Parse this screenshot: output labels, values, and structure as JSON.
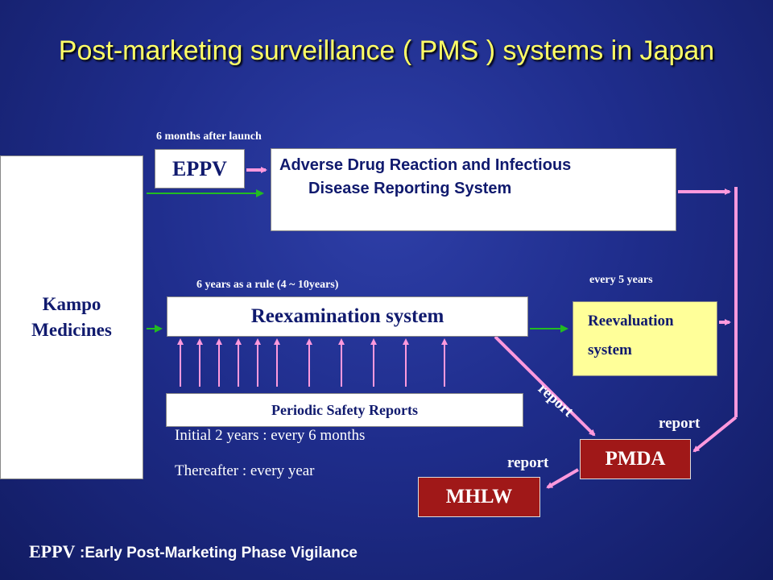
{
  "title": "Post-marketing surveillance ( PMS ) systems in Japan",
  "kampo": {
    "line1": "Kampo",
    "line2": "Medicines"
  },
  "eppv": {
    "timing": "6 months after launch",
    "label": "EPPV"
  },
  "adr": {
    "line1": "Adverse Drug Reaction and Infectious",
    "line2": "Disease Reporting System"
  },
  "reexamination": {
    "timing": "6 years as a rule (4 ~ 10years)",
    "label": "Reexamination system"
  },
  "reevaluation": {
    "timing": "every 5 years",
    "line1": "Reevaluation",
    "line2": "system"
  },
  "psr": {
    "label": "Periodic Safety Reports",
    "initial": "Initial 2 years : every 6 months",
    "after": "Thereafter : every year"
  },
  "reports": {
    "diag": "report",
    "to_pmda": "report",
    "to_mhlw": "report"
  },
  "pmda": "PMDA",
  "mhlw": "MHLW",
  "footer": {
    "abbr": "EPPV",
    "definition": ":Early Post-Marketing Phase Vigilance"
  },
  "colors": {
    "title": "#ffff66",
    "pink_arrow": "#ff99dd",
    "green_arrow": "#22bb22",
    "red_box": "#a01818",
    "yellow_box": "#ffff99"
  }
}
